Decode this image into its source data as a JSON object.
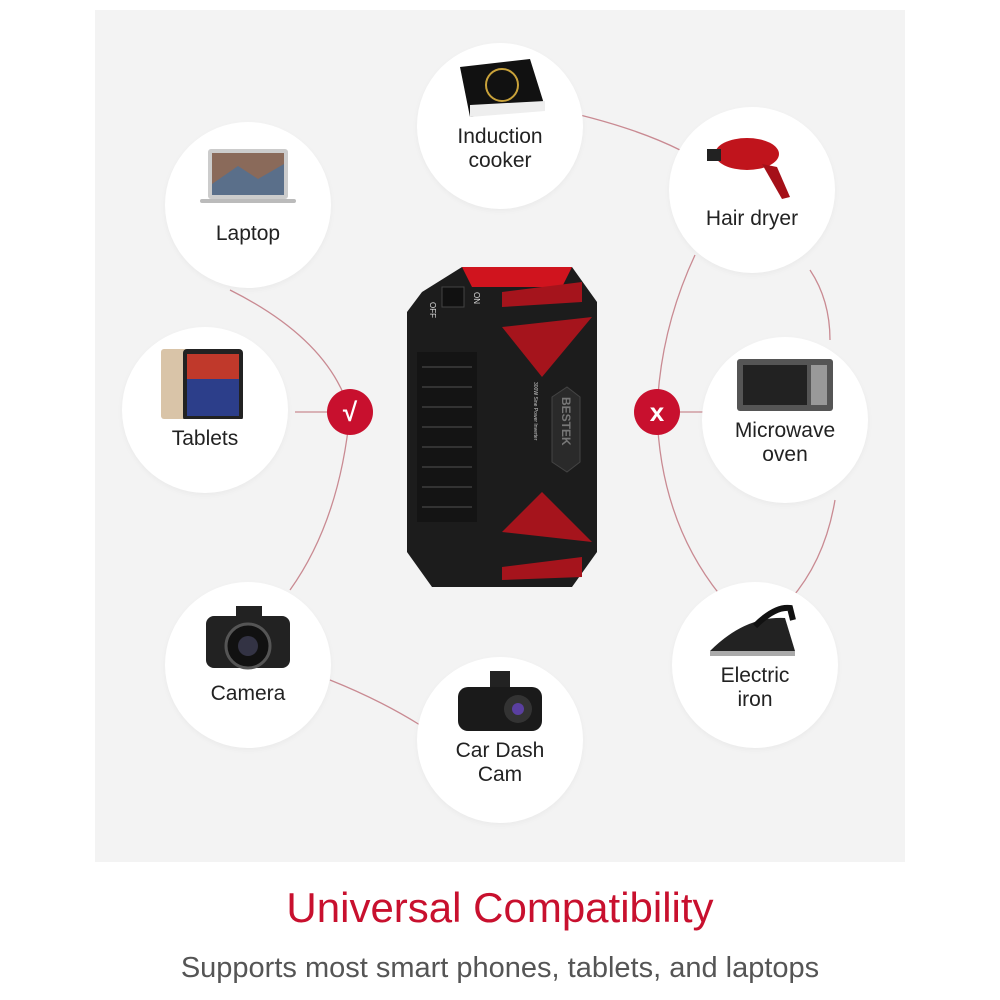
{
  "devices_supported": [
    {
      "label": "Laptop",
      "icon": "laptop-icon"
    },
    {
      "label": "Tablets",
      "icon": "tablet-icon"
    },
    {
      "label": "Camera",
      "icon": "camera-icon"
    },
    {
      "label": "Car Dash Cam",
      "icon": "dashcam-icon"
    }
  ],
  "devices_unsupported": [
    {
      "label": "Induction cooker",
      "icon": "induction-cooker-icon"
    },
    {
      "label": "Hair dryer",
      "icon": "hair-dryer-icon"
    },
    {
      "label": "Microwave oven",
      "icon": "microwave-icon"
    },
    {
      "label": "Electric iron",
      "icon": "iron-icon"
    }
  ],
  "marks": {
    "supported": "√",
    "unsupported": "x"
  },
  "product": {
    "brand": "BESTEK",
    "model": "300W Sine Power Inverter",
    "switch_off": "OFF",
    "switch_on": "ON"
  },
  "title": "Universal Compatibility",
  "subtitle": "Supports most smart phones, tablets, and laptops",
  "colors": {
    "accent": "#c8102e",
    "panel": "#f3f3f3"
  }
}
